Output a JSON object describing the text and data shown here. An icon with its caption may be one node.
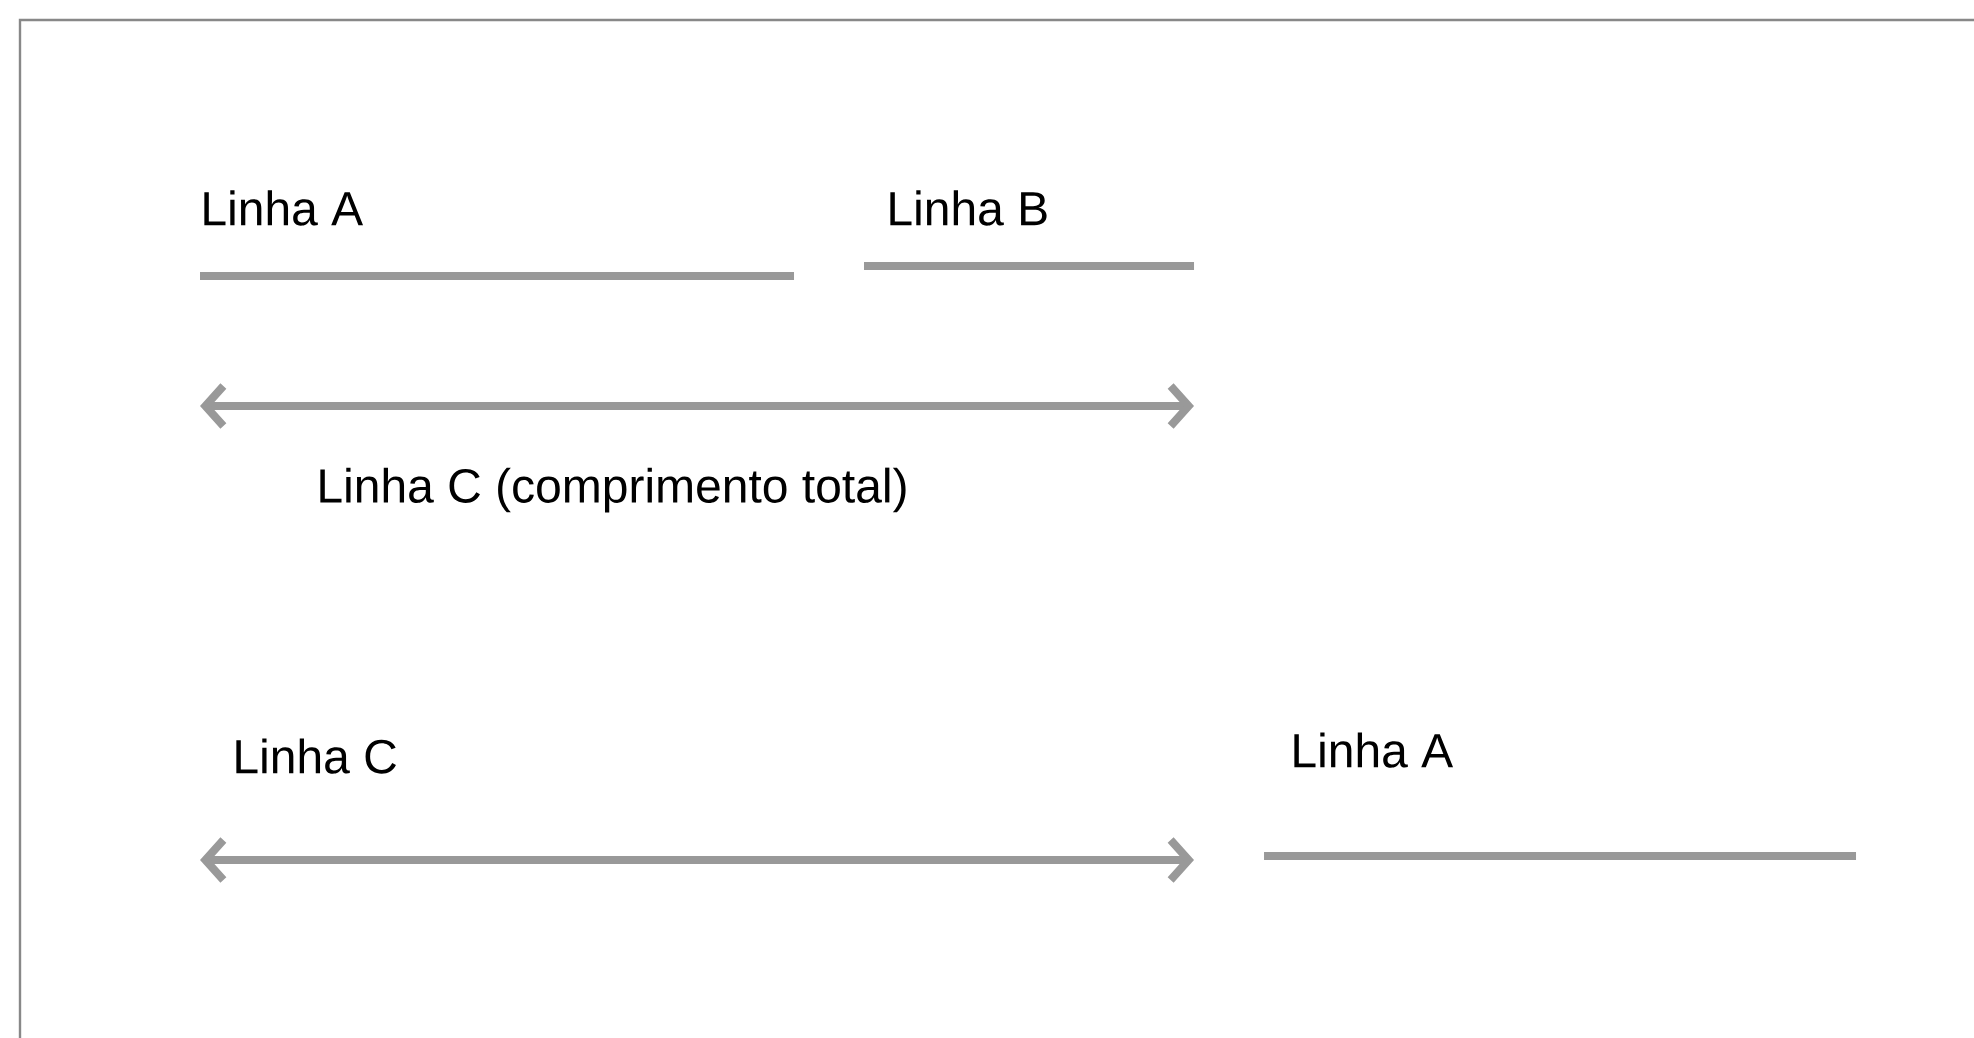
{
  "diagram": {
    "labels": [
      "Linha A",
      "Linha B",
      "Linha C (comprimento total)",
      "Linha C",
      "Linha A"
    ]
  }
}
